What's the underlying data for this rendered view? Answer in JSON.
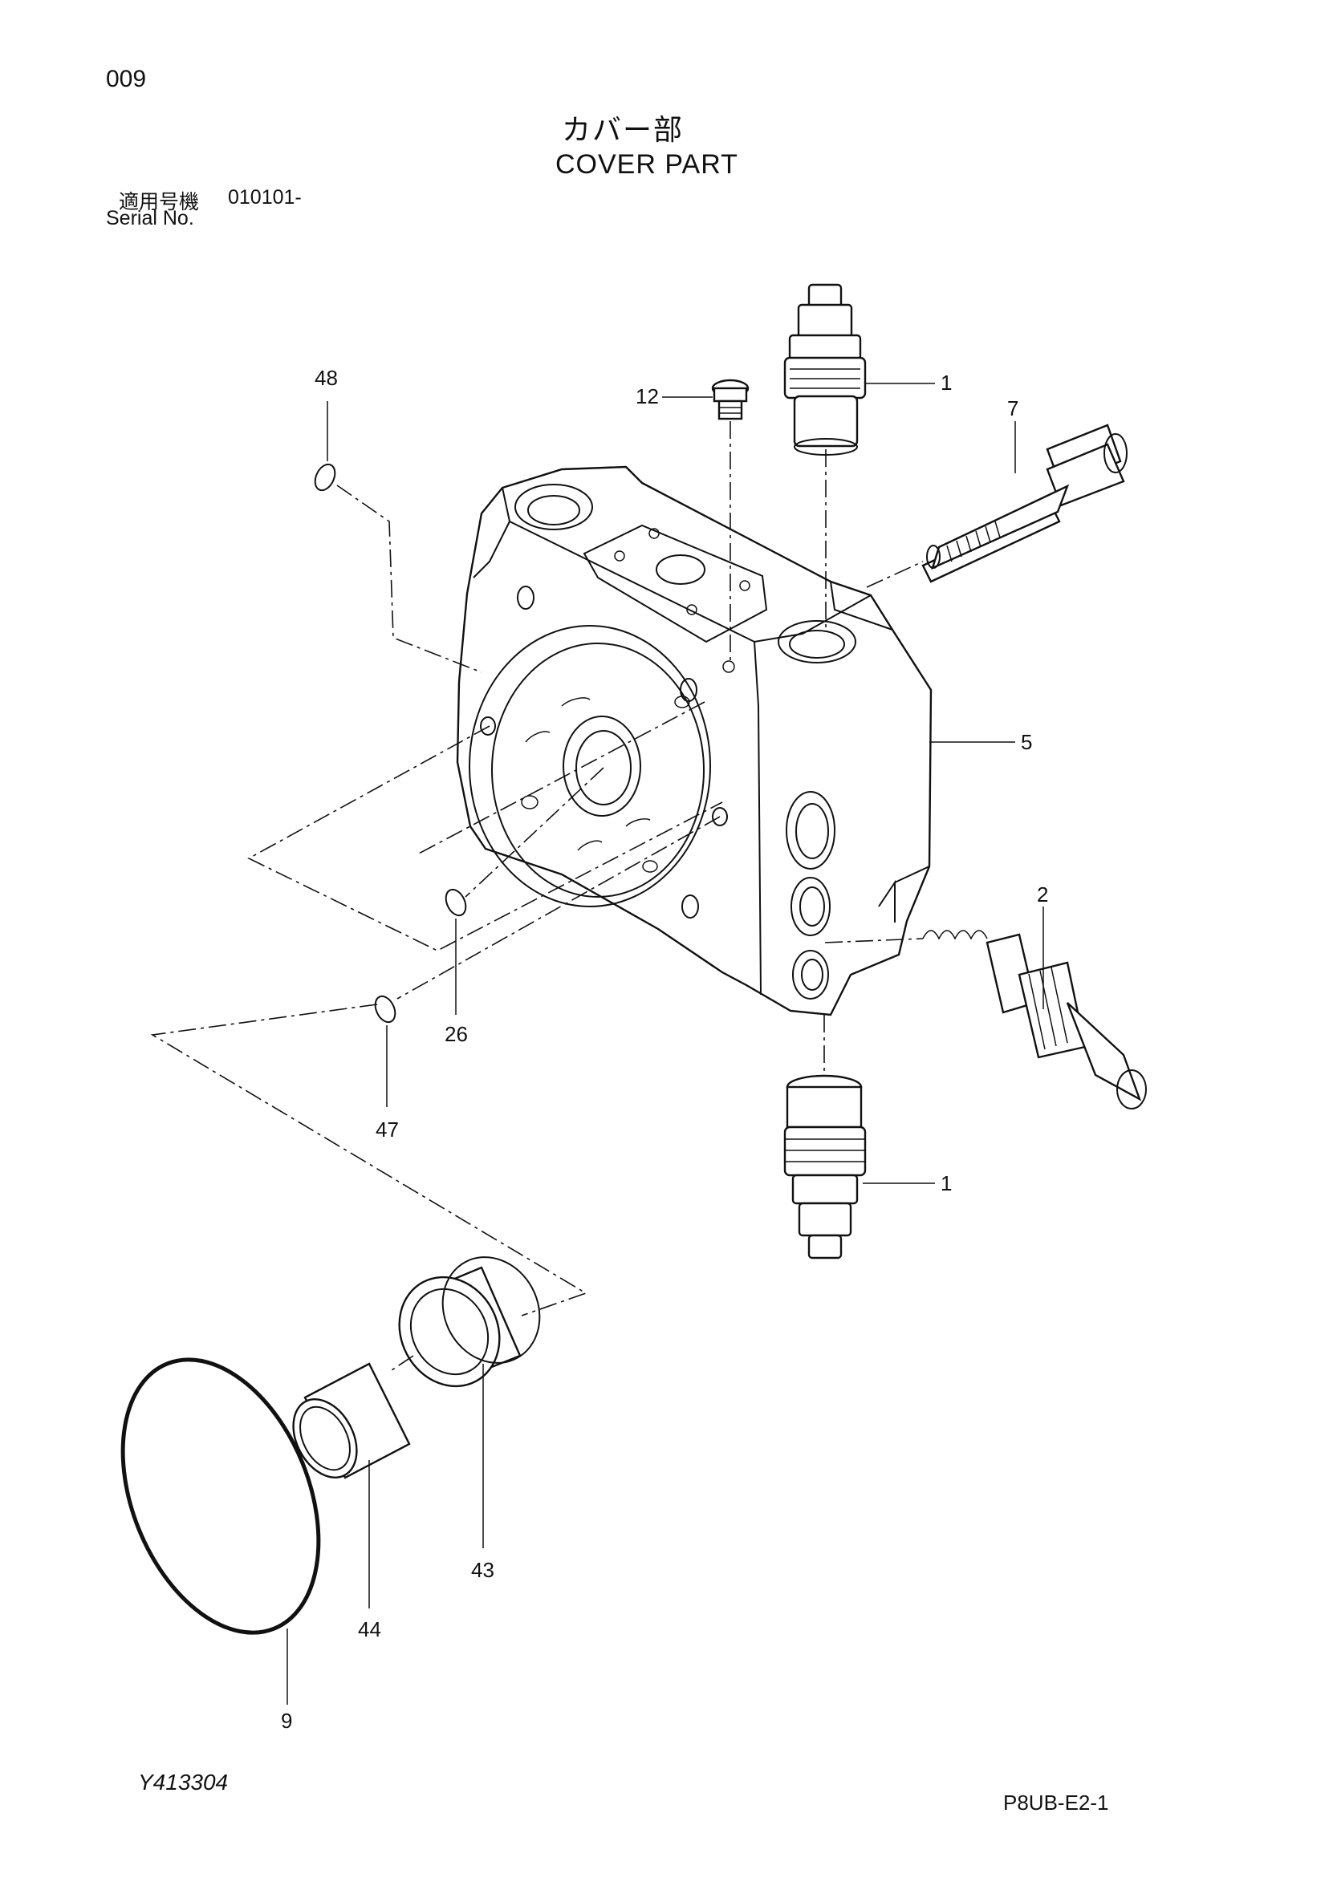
{
  "header": {
    "page_number": "009",
    "title_jp": "カバー部",
    "title_en": "COVER PART",
    "serial_label_jp": "適用号機",
    "serial_value": "010101-",
    "serial_label_en": "Serial No."
  },
  "callouts": {
    "p1_top": "1",
    "p1_bottom": "1",
    "p2": "2",
    "p5": "5",
    "p7": "7",
    "p9": "9",
    "p12": "12",
    "p26": "26",
    "p43": "43",
    "p44": "44",
    "p47": "47",
    "p48": "48"
  },
  "footer": {
    "drawing_code": "Y413304",
    "sheet_code": "P8UB-E2-1"
  }
}
